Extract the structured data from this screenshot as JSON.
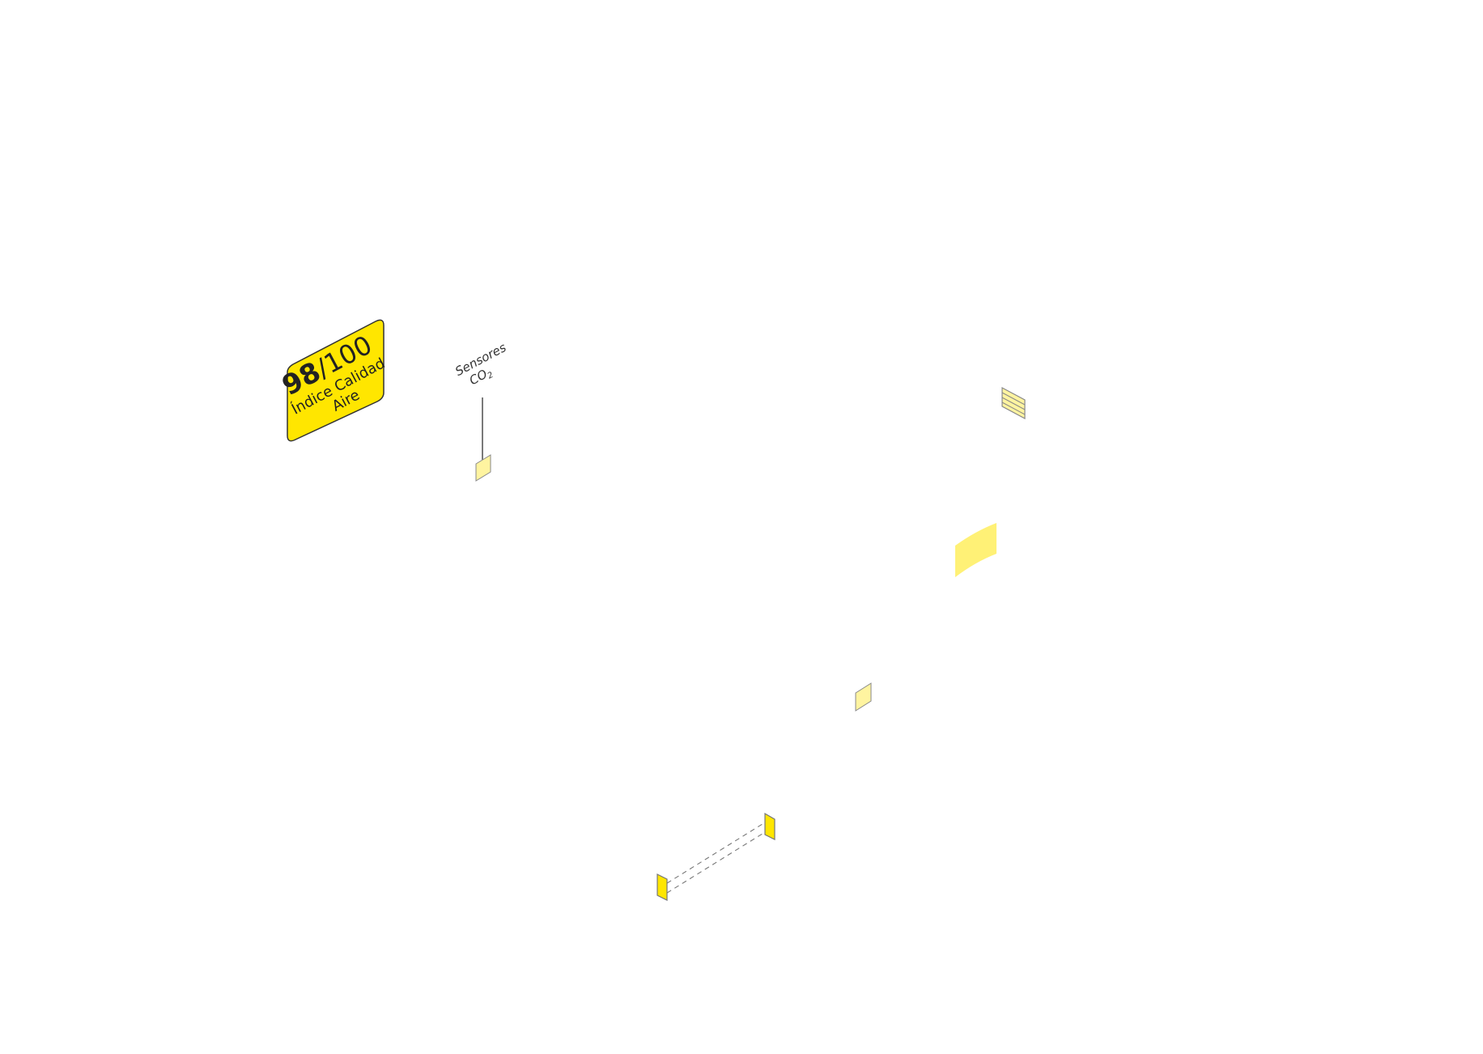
{
  "air_quality_badge": {
    "score": "98",
    "separator_max": "/100",
    "line1": "Índice Calidad",
    "line2": "Aire",
    "fill_color": "#FFE600"
  },
  "sensor_label": {
    "line1": "Sensores",
    "line2": "CO",
    "subscript": "2"
  },
  "elements": [
    {
      "name": "co2-sensor",
      "icon": "square-panel"
    },
    {
      "name": "vent-grille",
      "icon": "striped-panel"
    },
    {
      "name": "curved-panel",
      "icon": "curved-surface"
    },
    {
      "name": "wall-sensor",
      "icon": "square-panel"
    },
    {
      "name": "door-pair",
      "icon": "door-panels-linked"
    }
  ],
  "colors": {
    "accent_yellow": "#FFE600",
    "pale_yellow": "#FFF4A0",
    "light_yellow": "#FFF176",
    "stroke_gray": "#888888",
    "line_dark": "#333333"
  }
}
